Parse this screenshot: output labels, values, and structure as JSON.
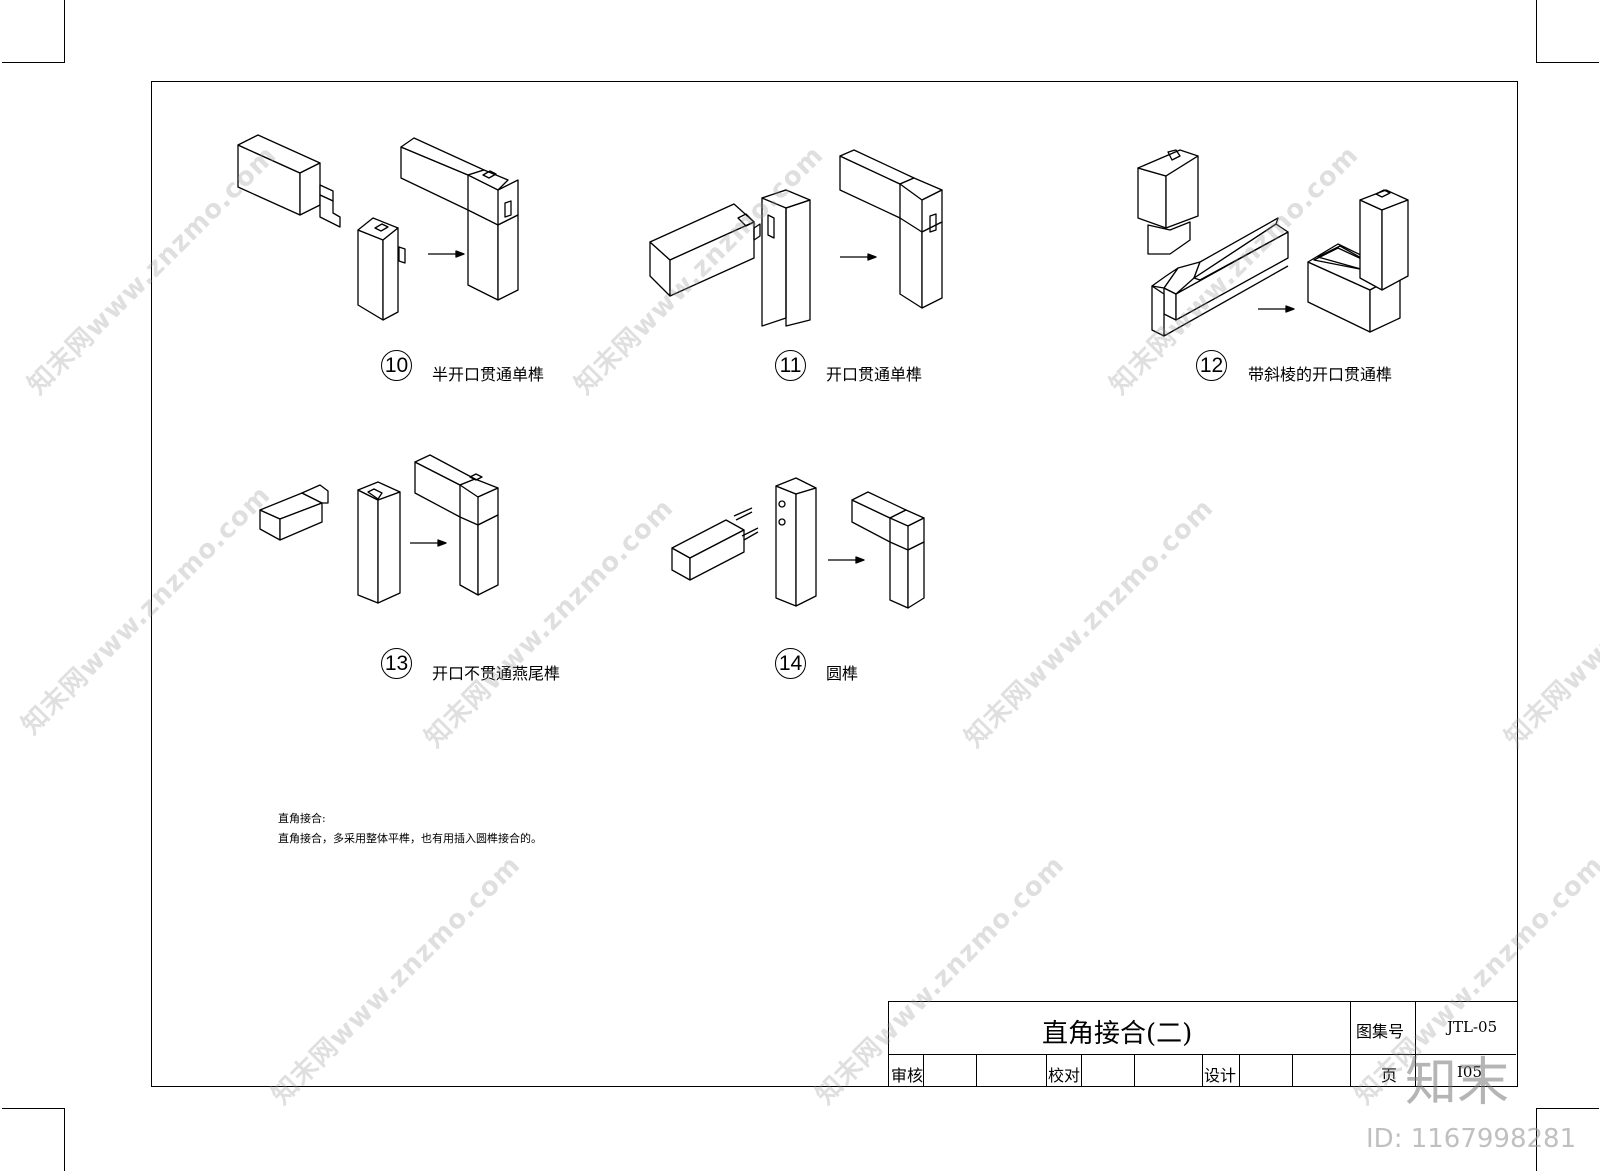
{
  "joints": [
    {
      "number": "10",
      "caption": "半开口贯通单榫"
    },
    {
      "number": "11",
      "caption": "开口贯通单榫"
    },
    {
      "number": "12",
      "caption": "带斜棱的开口贯通榫"
    },
    {
      "number": "13",
      "caption": "开口不贯通燕尾榫"
    },
    {
      "number": "14",
      "caption": "圆榫"
    }
  ],
  "note": {
    "heading": "直角接合:",
    "body": "直角接合，多采用整体平榫，也有用插入圆榫接合的。"
  },
  "title_block": {
    "title": "直角接合(二)",
    "atlas_label": "图集号",
    "atlas_value": "JTL-05",
    "review_label": "审核",
    "check_label": "校对",
    "design_label": "设计",
    "page_label": "页",
    "page_value": "I05"
  },
  "watermark": {
    "text": "知末网www.znzmo.com",
    "logo": "知末",
    "image_id": "ID: 1167998281"
  }
}
